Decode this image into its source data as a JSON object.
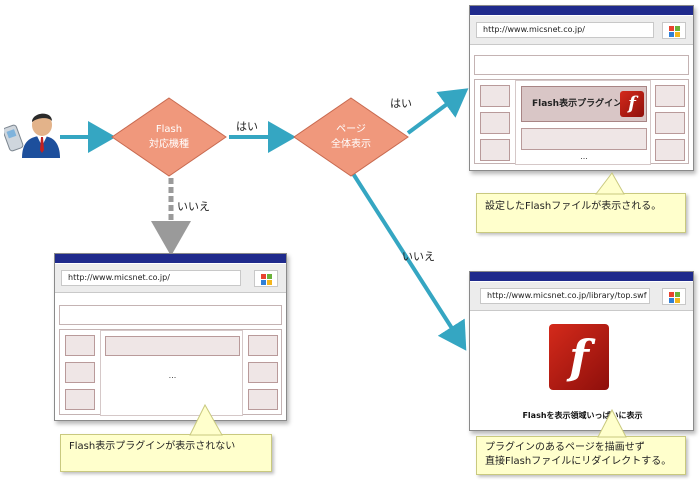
{
  "decisions": {
    "flash": {
      "line1": "Flash",
      "line2": "対応機種"
    },
    "page": {
      "line1": "ページ",
      "line2": "全体表示"
    }
  },
  "edges": {
    "flash_yes": "はい",
    "flash_no": "いいえ",
    "page_yes": "はい",
    "page_no": "いいえ"
  },
  "browsers": {
    "top_right": {
      "url": "http://www.micsnet.co.jp/",
      "plugin_label": "Flash表示プラグイン",
      "ellipsis": "..."
    },
    "bottom_left": {
      "url": "http://www.micsnet.co.jp/",
      "ellipsis": "..."
    },
    "bottom_right": {
      "url": "http://www.micsnet.co.jp/library/top.swf",
      "caption": "Flashを表示領域いっぱいに表示"
    }
  },
  "notes": {
    "top_right": "設定したFlashファイルが表示される。",
    "bottom_left": "Flash表示プラグインが表示されない",
    "bottom_right_line1": "プラグインのあるページを描画せず",
    "bottom_right_line2": "直接Flashファイルにリダイレクトする。"
  },
  "colors": {
    "diamond_fill": "#f0987c",
    "arrow": "#35a6c2",
    "arrow_no": "#9a9a9a",
    "titlebar": "#1f2a8c",
    "note_bg": "#ffffcc"
  }
}
